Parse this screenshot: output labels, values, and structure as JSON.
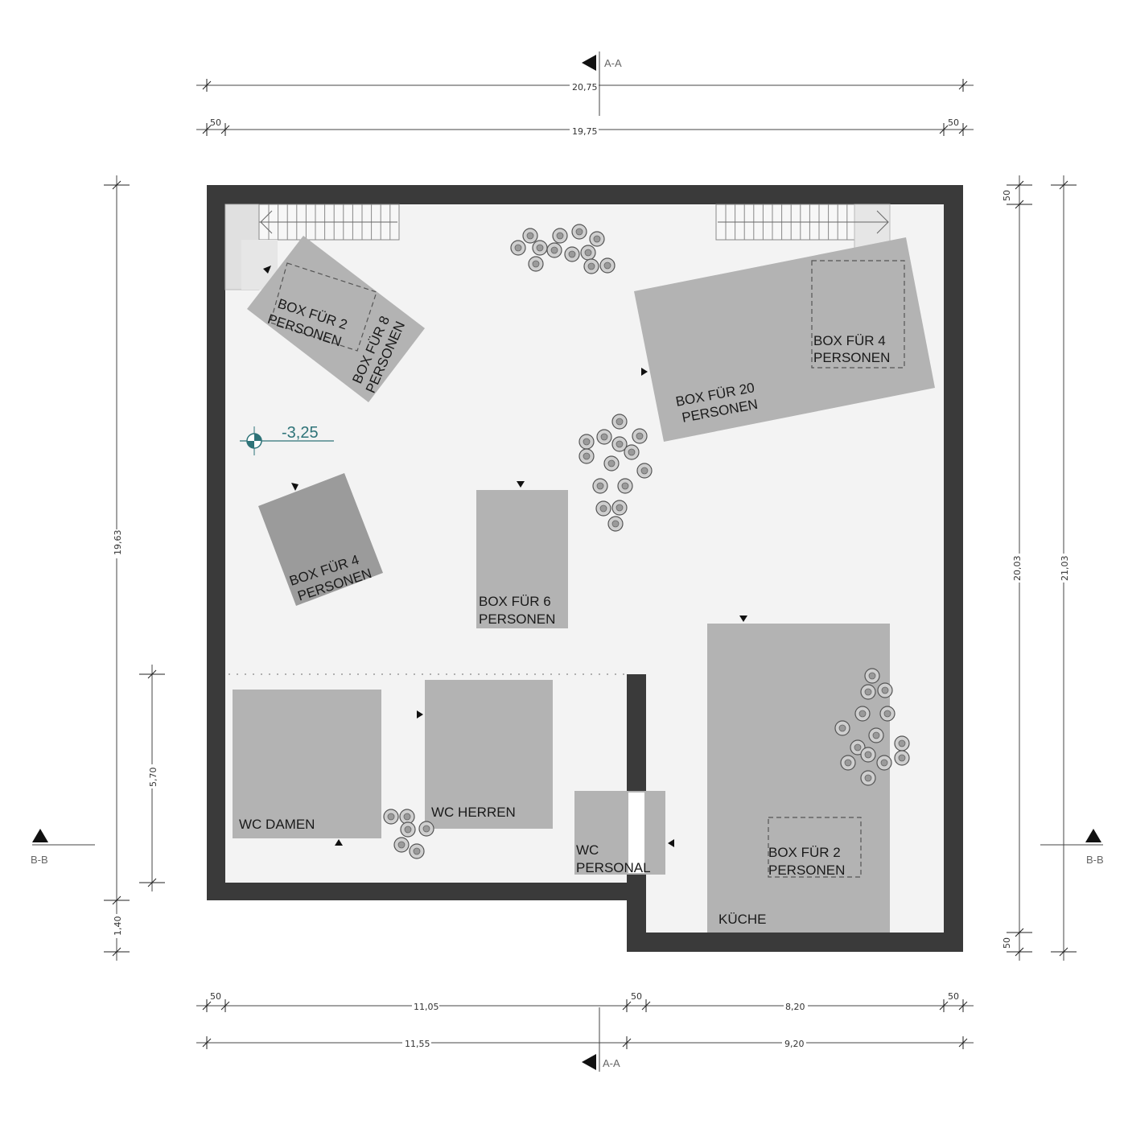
{
  "colors": {
    "wall": "#3a3a3a",
    "floor": "#f3f3f3",
    "room": "#b3b3b3",
    "room_dark": "#9b9b9b",
    "level": "#2e7378"
  },
  "sections": {
    "a": "A-A",
    "b": "B-B"
  },
  "level_marker": "-3,25",
  "dimensions": {
    "top_total": "20,75",
    "top_inner": "19,75",
    "top_left_wall": "50",
    "top_right_wall": "50",
    "left_total": "19,63",
    "left_part": "5,70",
    "left_bottom": "1,40",
    "right_inner": "20,03",
    "right_total": "21,03",
    "right_top_wall": "50",
    "right_bottom_wall": "50",
    "bottom_wall_1": "50",
    "bottom_left": "11,05",
    "bottom_wall_2": "50",
    "bottom_right": "8,20",
    "bottom_wall_3": "50",
    "bottom2_left": "11,55",
    "bottom2_right": "9,20"
  },
  "rooms": {
    "box2_top": [
      "BOX FÜR 2",
      "PERSONEN"
    ],
    "box8": [
      "BOX FÜR 8",
      "PERSONEN"
    ],
    "box20": [
      "BOX FÜR 20",
      "PERSONEN"
    ],
    "box4_inner": [
      "BOX FÜR 4",
      "PERSONEN"
    ],
    "box4_left": [
      "BOX FÜR 4",
      "PERSONEN"
    ],
    "box6": [
      "BOX FÜR 6",
      "PERSONEN"
    ],
    "wc_damen": "WC DAMEN",
    "wc_herren": "WC HERREN",
    "wc_personal": [
      "WC",
      "PERSONAL"
    ],
    "box2_kitchen": [
      "BOX FÜR 2",
      "PERSONEN"
    ],
    "kueche": "KÜCHE"
  }
}
